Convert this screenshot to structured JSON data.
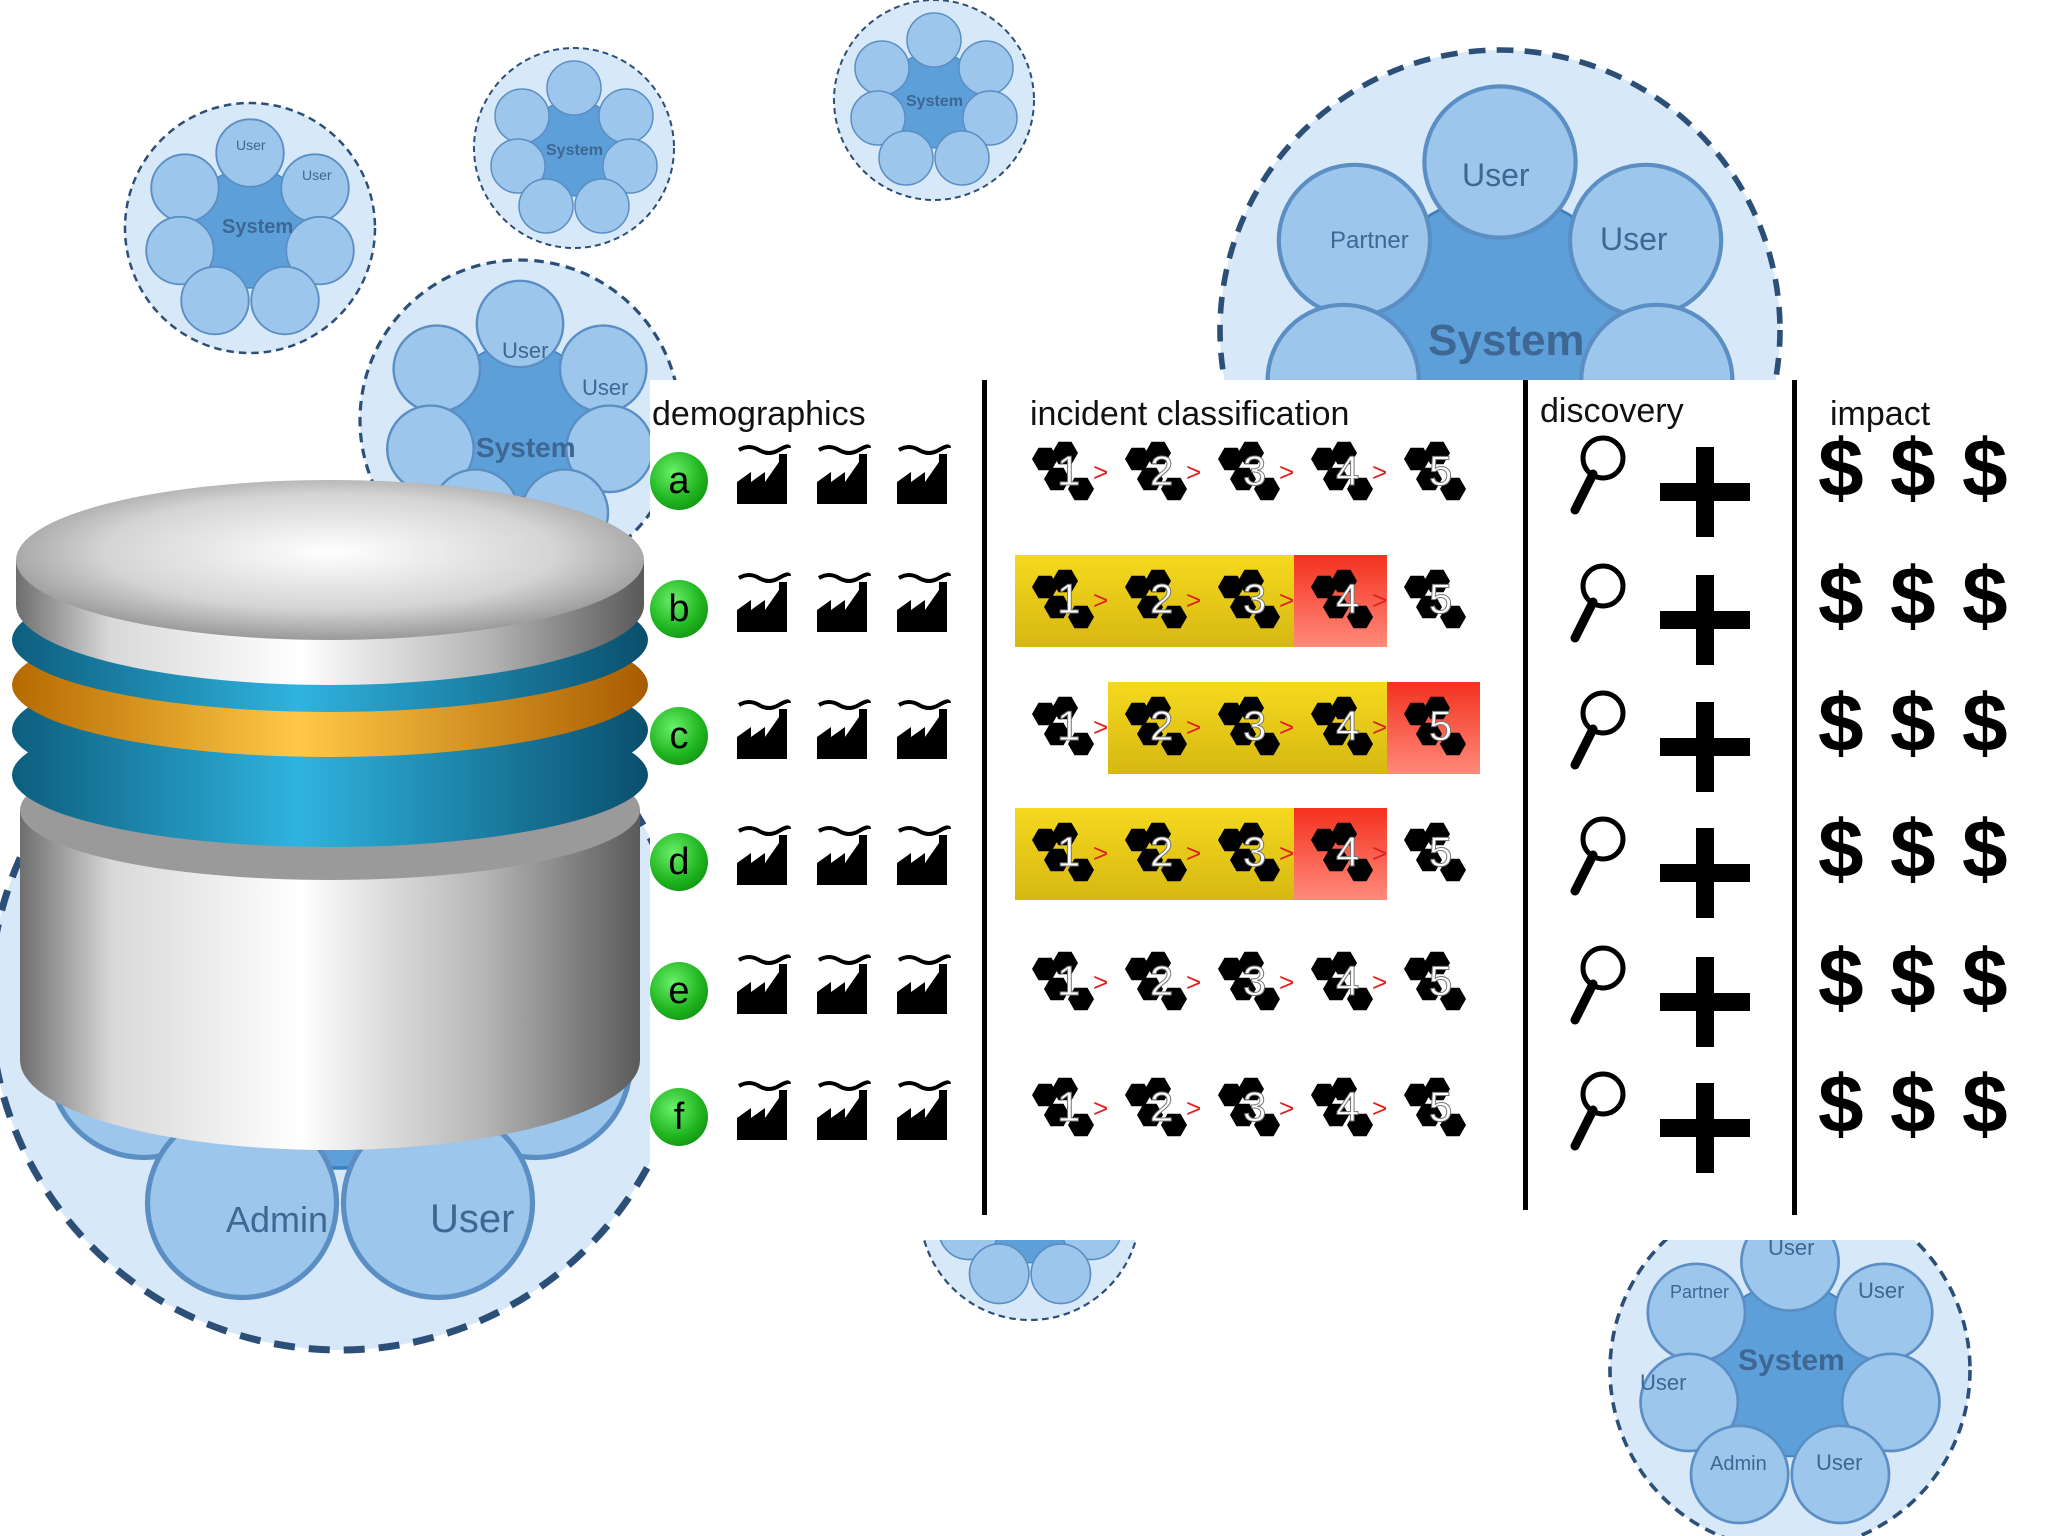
{
  "headers": {
    "demographics": "demographics",
    "incident": "incident classification",
    "discovery": "discovery",
    "impact": "impact"
  },
  "rows": [
    {
      "letter": "a",
      "highlight_yellow": [],
      "highlight_red": [],
      "dollars": [
        "$",
        "$",
        "$"
      ]
    },
    {
      "letter": "b",
      "highlight_yellow": [
        1,
        2,
        3
      ],
      "highlight_red": [
        4
      ],
      "dollars": [
        "$",
        "$",
        "$"
      ]
    },
    {
      "letter": "c",
      "highlight_yellow": [
        2,
        3,
        4
      ],
      "highlight_red": [
        5
      ],
      "dollars": [
        "$",
        "$",
        "$"
      ]
    },
    {
      "letter": "d",
      "highlight_yellow": [
        1,
        2,
        3
      ],
      "highlight_red": [
        4
      ],
      "dollars": [
        "$",
        "$",
        "$"
      ]
    },
    {
      "letter": "e",
      "highlight_yellow": [],
      "highlight_red": [],
      "dollars": [
        "$",
        "$",
        "$"
      ]
    },
    {
      "letter": "f",
      "highlight_yellow": [],
      "highlight_red": [],
      "dollars": [
        "$",
        "$",
        "$"
      ]
    }
  ],
  "steps": [
    "1",
    "2",
    "3",
    "4",
    "5"
  ],
  "bubbles": {
    "center": "System",
    "nodes": [
      "User",
      "User",
      "Partner",
      "User",
      "Admin",
      "User"
    ],
    "partner_split": "Partn er"
  },
  "icons": {
    "factory": "factory-icon",
    "hexagon": "hexagon-cluster-icon",
    "magnifier": "magnifier-icon",
    "plus": "plus-icon",
    "database": "database-icon"
  },
  "colors": {
    "bubble_bg": "#cfe3f7",
    "bubble_node": "#8fbde8",
    "bubble_center": "#5aa0dc",
    "yellow": "#f2d21c",
    "red": "#f03a2a",
    "green": "#1fb51f",
    "teal": "#1a9cc4",
    "orange": "#f4a91c"
  }
}
